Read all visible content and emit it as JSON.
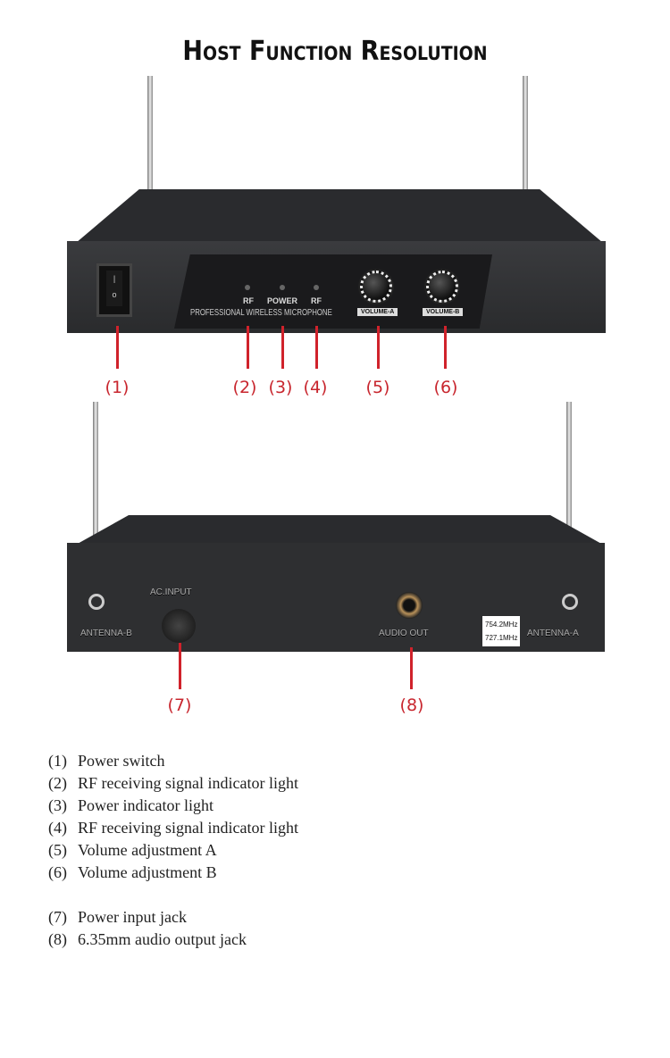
{
  "title": "Host Function Resolution",
  "front": {
    "rf1": "RF",
    "power": "POWER",
    "rf2": "RF",
    "brand": "PROFESSIONAL WIRELESS MICROPHONE",
    "vol_a": "VOLUME-A",
    "vol_b": "VOLUME-B"
  },
  "back": {
    "ac_input": "AC.INPUT",
    "antenna_b": "ANTENNA-B",
    "audio_out": "AUDIO OUT",
    "antenna_a": "ANTENNA-A",
    "freq1": "754.2MHz",
    "freq2": "727.1MHz"
  },
  "callouts": [
    "(1)",
    "(2)",
    "(3)",
    "(4)",
    "(5)",
    "(6)",
    "(7)",
    "(8)"
  ],
  "accent_color": "#d0222b",
  "legend": [
    {
      "n": "(1)",
      "text": "Power switch"
    },
    {
      "n": "(2)",
      "text": "RF receiving signal indicator light"
    },
    {
      "n": "(3)",
      "text": "Power indicator light"
    },
    {
      "n": "(4)",
      "text": "RF receiving signal indicator light"
    },
    {
      "n": "(5)",
      "text": "Volume adjustment A"
    },
    {
      "n": "(6)",
      "text": "Volume adjustment B"
    },
    {
      "n": "(7)",
      "text": "Power input jack"
    },
    {
      "n": "(8)",
      "text": "6.35mm audio output jack"
    }
  ]
}
